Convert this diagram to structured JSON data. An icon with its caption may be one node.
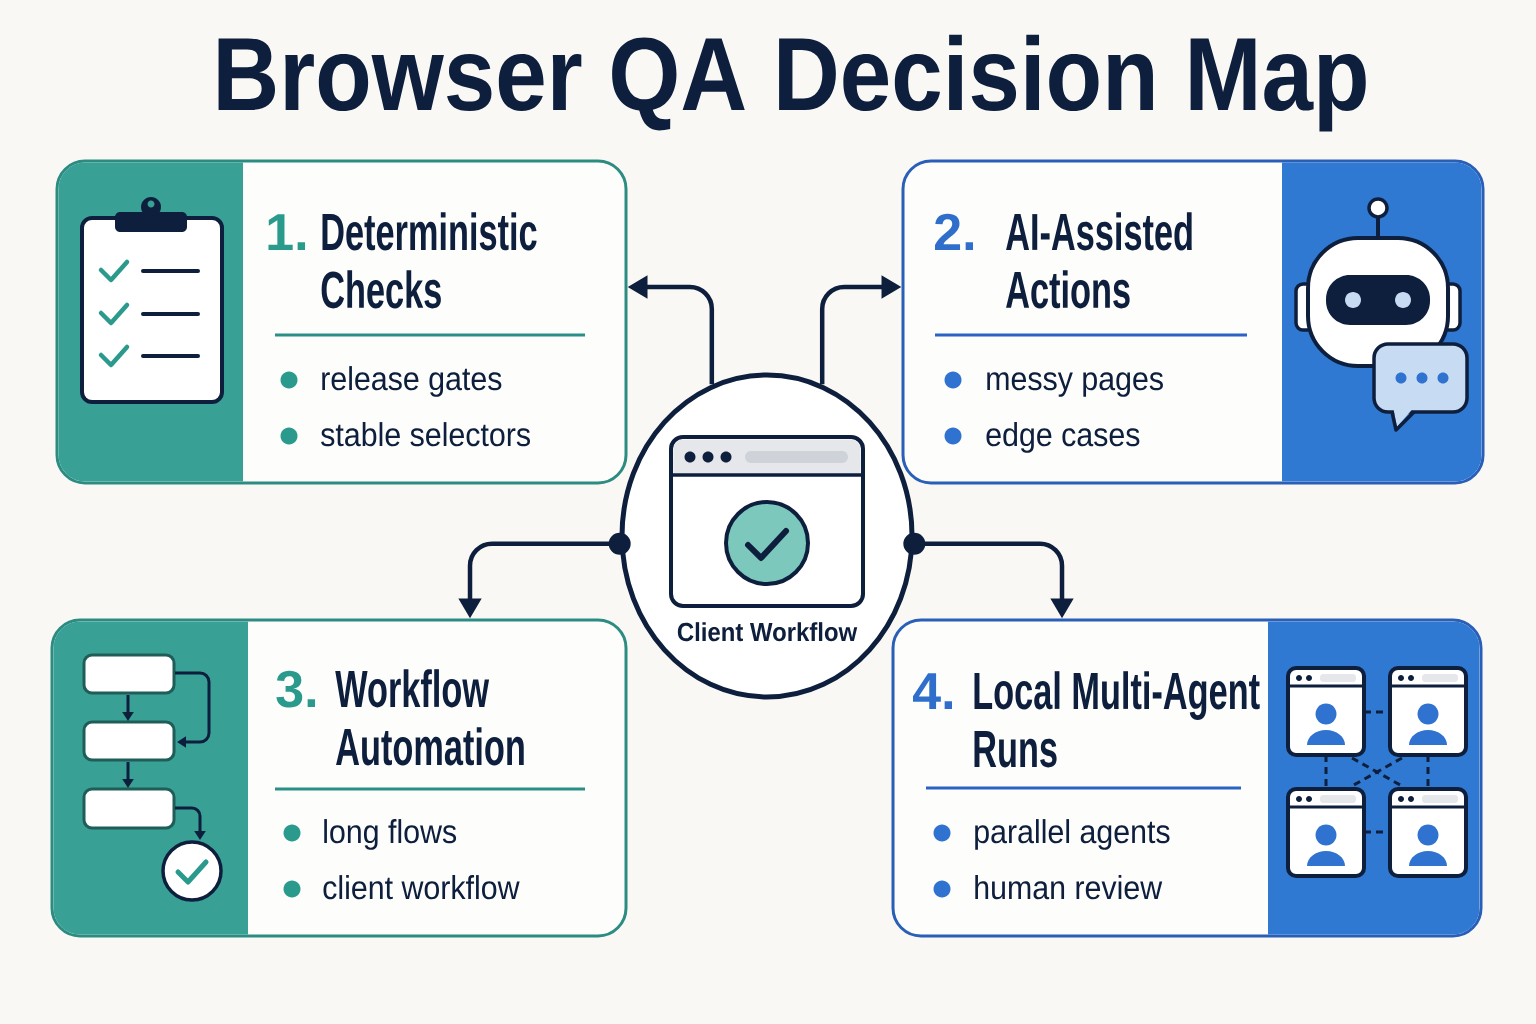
{
  "diagram": {
    "title": "Browser QA Decision Map",
    "nodes": [
      {
        "text": [
          "1.",
          "Deterministic Checks",
          "release gates",
          "stable selectors"
        ]
      },
      {
        "text": [
          "2.",
          "AI-Assisted Actions",
          "messy pages",
          "edge cases"
        ]
      },
      {
        "text": [
          "Client Workflow"
        ]
      },
      {
        "text": [
          "3.",
          "Workflow Automation",
          "long flows",
          "client workflow"
        ]
      },
      {
        "text": [
          "4.",
          "Local Multi-Agent Runs",
          "parallel agents",
          "human review"
        ]
      }
    ],
    "edges": [
      {
        "from": 2,
        "to": 0,
        "arrow": "to"
      },
      {
        "from": 2,
        "to": 1,
        "arrow": "to"
      },
      {
        "from": 2,
        "to": 3,
        "arrow": "to"
      },
      {
        "from": 2,
        "to": 4,
        "arrow": "to"
      }
    ]
  }
}
